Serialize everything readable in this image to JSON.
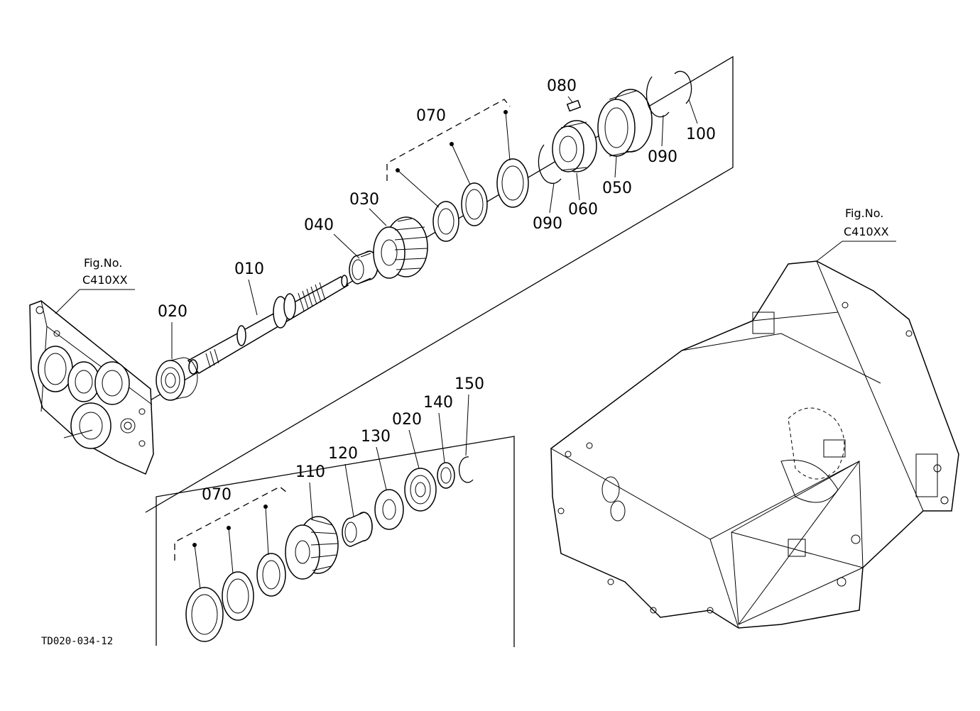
{
  "drawing_code": "TD020-034-12",
  "fig_refs": [
    {
      "line1": "Fig.No.",
      "line2": "C410XX"
    },
    {
      "line1": "Fig.No.",
      "line2": "C410XX"
    }
  ],
  "callouts": {
    "p010": "010",
    "p020_upper": "020",
    "p030": "030",
    "p040": "040",
    "p050": "050",
    "p060": "060",
    "p070_upper": "070",
    "p080": "080",
    "p090_a": "090",
    "p090_b": "090",
    "p100": "100",
    "p070_lower": "070",
    "p110": "110",
    "p120": "120",
    "p130": "130",
    "p020_lower": "020",
    "p140": "140",
    "p150": "150"
  }
}
